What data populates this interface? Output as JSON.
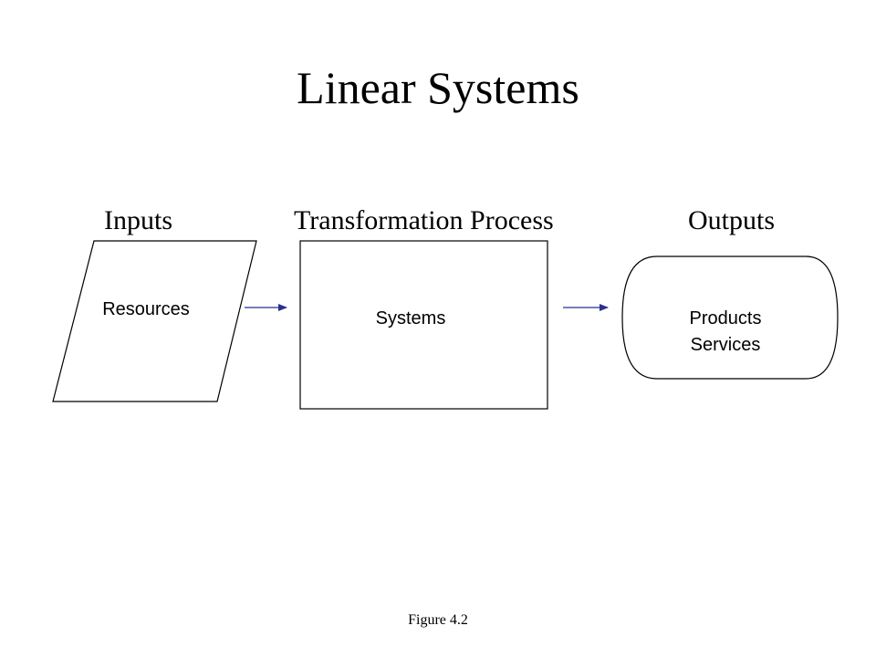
{
  "title": "Linear Systems",
  "headings": {
    "inputs": "Inputs",
    "process": "Transformation Process",
    "outputs": "Outputs"
  },
  "nodes": {
    "resources": "Resources",
    "systems": "Systems",
    "outputs_line1": "Products",
    "outputs_line2": "Services"
  },
  "caption": "Figure 4.2",
  "colors": {
    "arrow": "#2b2f8f",
    "stroke": "#000000",
    "text": "#000000",
    "background": "#ffffff"
  }
}
